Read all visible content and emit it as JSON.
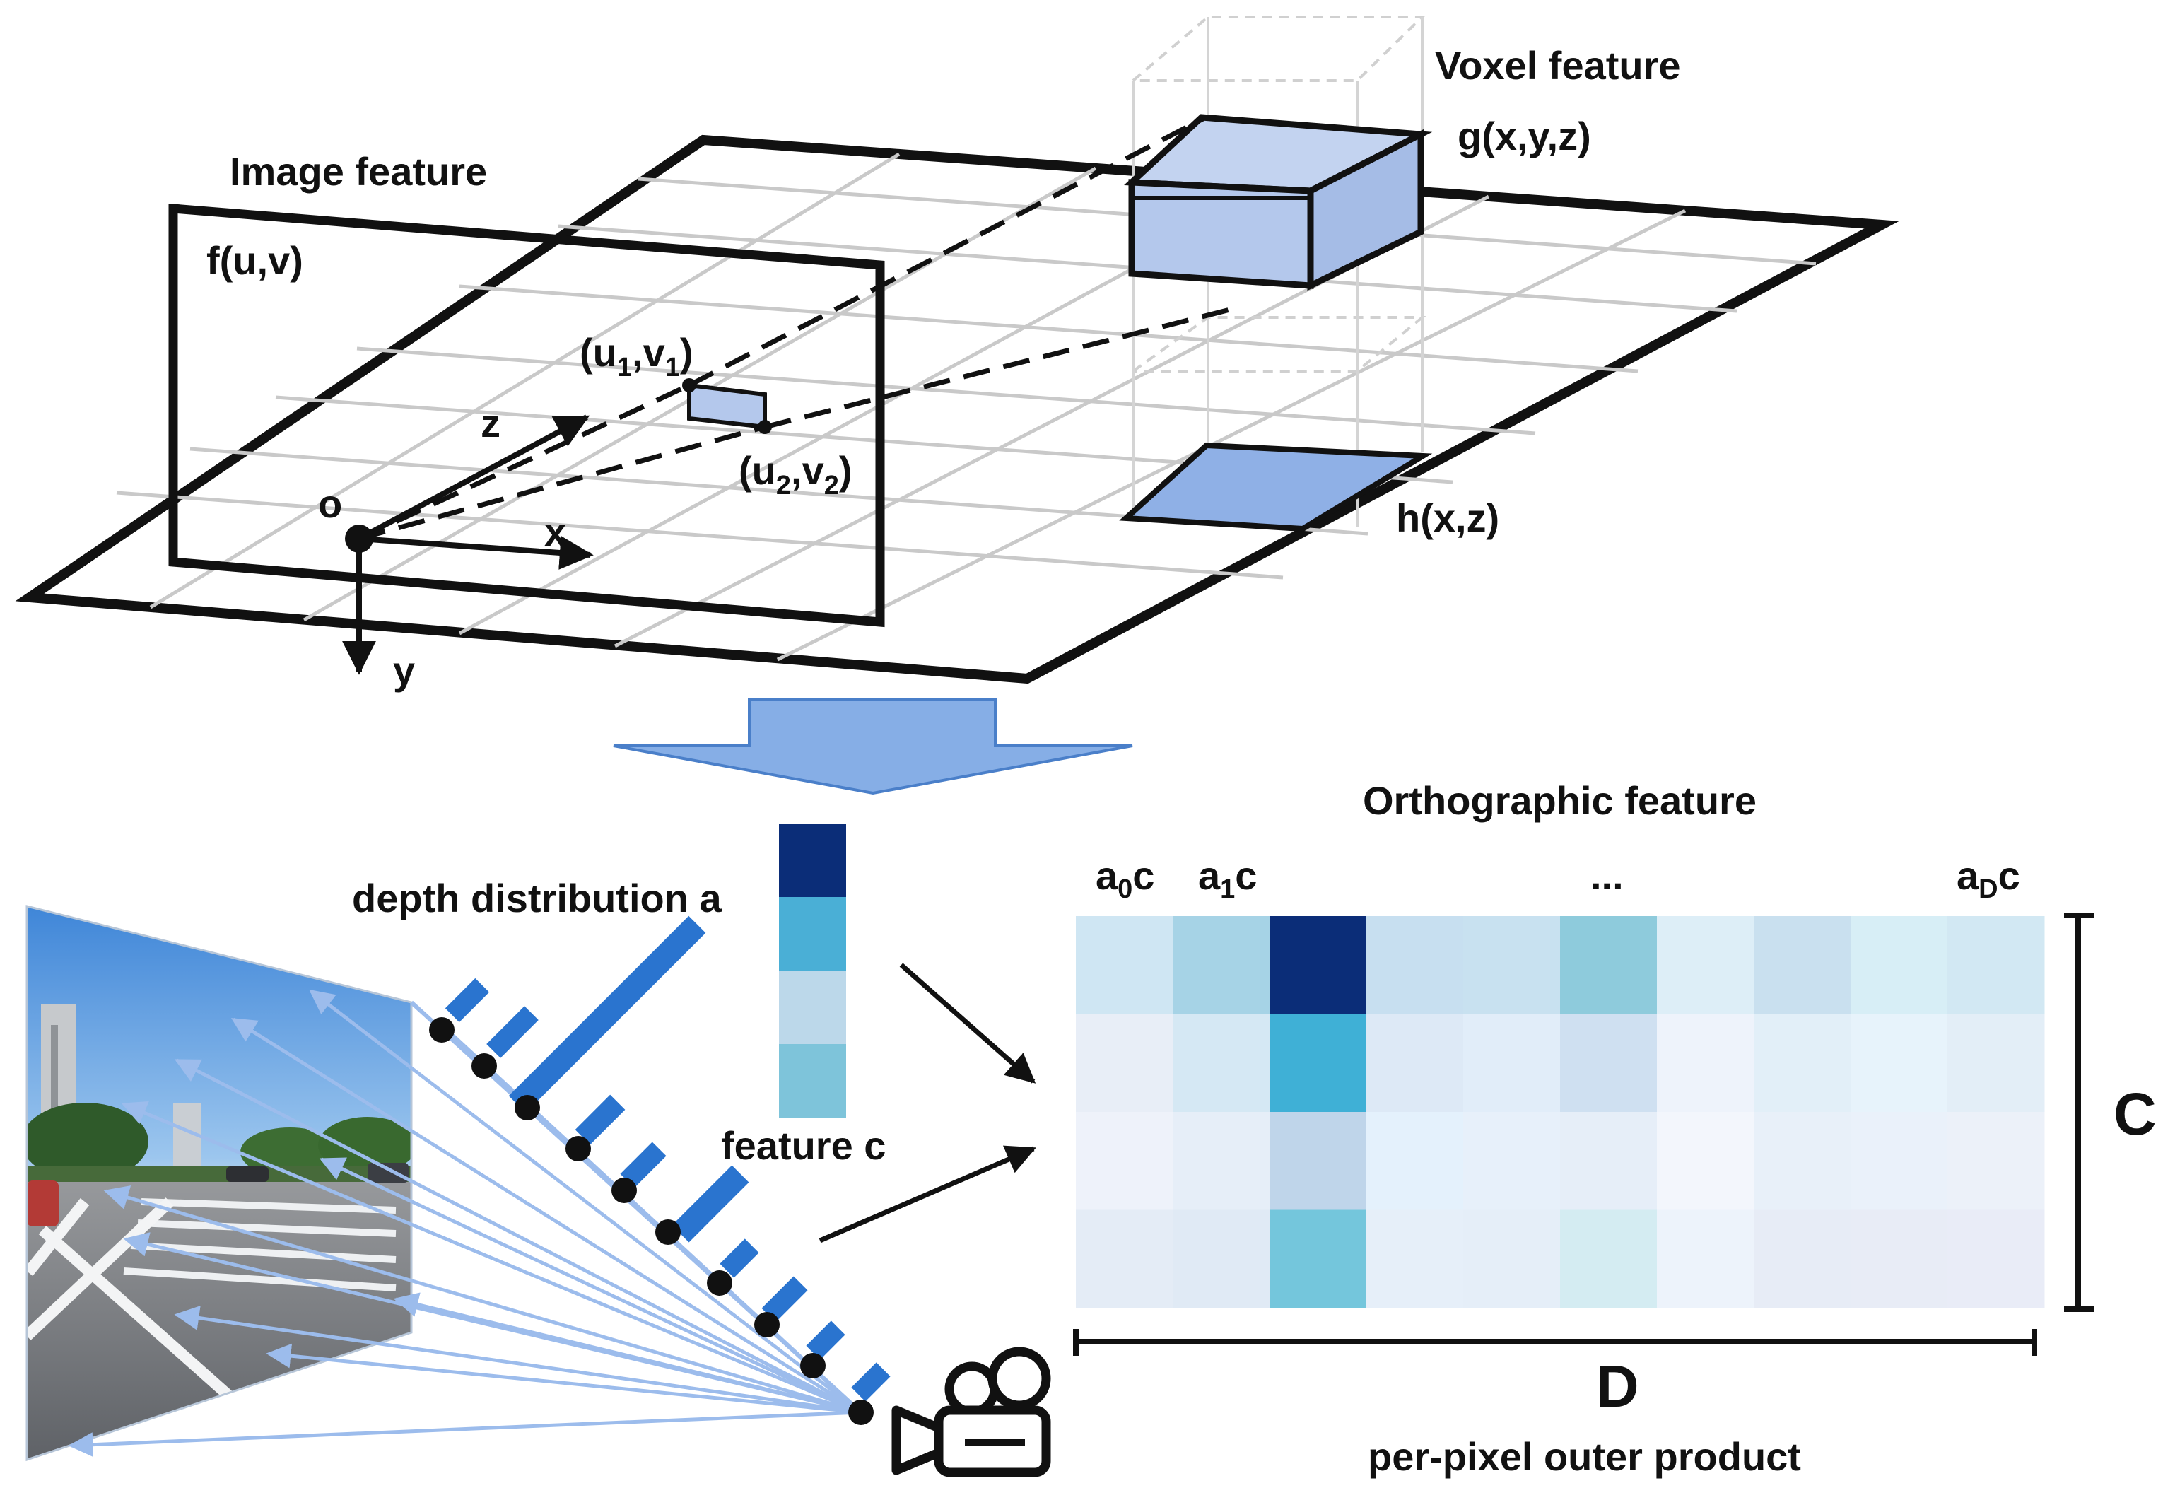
{
  "top": {
    "image_feature_title": "Image feature",
    "image_func": "f(u,v)",
    "voxel_feature_title": "Voxel feature",
    "voxel_func": "g(x,y,z)",
    "bev_func": "h(x,z)",
    "origin_label": "o",
    "axis_x": "x",
    "axis_y": "y",
    "axis_z": "z",
    "point1": {
      "u": "u",
      "v": "v",
      "sub": "1"
    },
    "point2": {
      "u": "u",
      "v": "v",
      "sub": "2"
    }
  },
  "bottom": {
    "depth_label": "depth distribution a",
    "feature_label": "feature c",
    "ortho_title": "Orthographic feature",
    "col_labels": [
      {
        "base": "a",
        "sub": "0",
        "tail": "c"
      },
      {
        "base": "a",
        "sub": "1",
        "tail": "c"
      },
      {
        "text": "..."
      },
      {
        "base": "a",
        "sub": "D",
        "tail": "c"
      }
    ],
    "dim_c": "C",
    "dim_d": "D",
    "caption": "per-pixel outer product"
  },
  "colors": {
    "line": "#111111",
    "light_blue": "#b4c8ec",
    "mid_blue": "#8fb0e6",
    "arrow_blue": "#86aee6",
    "bar_blue": "#2a74cf",
    "ray_blue": "#9cbcec",
    "feature_vector": [
      "#0b2d78",
      "#4aafd6",
      "#bcd8ea",
      "#7ec4da"
    ]
  },
  "heatmap": {
    "rows": 4,
    "cols": 10,
    "cells": [
      [
        "#cfe6f3",
        "#a6d3e6",
        "#0b2d78",
        "#c7dff0",
        "#c8e1f0",
        "#8ecbdc",
        "#ddeef7",
        "#c9e0ef",
        "#d7eef6",
        "#d2e8f3"
      ],
      [
        "#e8eef7",
        "#d5e8f4",
        "#3fb0d6",
        "#dde9f6",
        "#e1edf9",
        "#cfe0f1",
        "#eef3fb",
        "#e2eff8",
        "#e7f3fb",
        "#e3eef7"
      ],
      [
        "#eef2fa",
        "#e6eef8",
        "#bfd5ea",
        "#e4f1fc",
        "#e7f0fa",
        "#e6eef8",
        "#f3f6fc",
        "#e8f0f9",
        "#eaf1fa",
        "#ecf1f9"
      ],
      [
        "#e4ecf6",
        "#e0eaf5",
        "#74c6dc",
        "#e6eff9",
        "#e5eef8",
        "#d4ecf2",
        "#edf3fb",
        "#e7ecf6",
        "#e8ecf6",
        "#e9ecf7"
      ]
    ]
  }
}
